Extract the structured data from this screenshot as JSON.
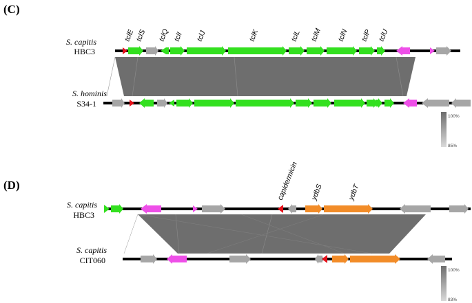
{
  "colors": {
    "green": "#33e01f",
    "grey": "#a6a6a6",
    "red": "#e6111a",
    "magenta": "#ee4fe8",
    "orange": "#f28c28",
    "backbone": "#000000",
    "identity": "#6e6e6e"
  },
  "panelC": {
    "label": "(C)",
    "top": {
      "organism": "S. capitis",
      "strain": "HBC3"
    },
    "bottom": {
      "organism": "S. hominis",
      "strain": "S34-1"
    },
    "gene_labels": [
      "tclE",
      "tclS",
      "tclQ",
      "tclI",
      "tclJ",
      "tclK",
      "tclL",
      "tclM",
      "tclN",
      "tclP",
      "tclU"
    ],
    "scale": {
      "max": "100%",
      "min": "85%"
    }
  },
  "panelD": {
    "label": "(D)",
    "top": {
      "organism": "S. capitis",
      "strain": "HBC3"
    },
    "bottom": {
      "organism": "S. capitis",
      "strain": "CIT060"
    },
    "gene_labels": [
      "capidermicin",
      "ydbS",
      "ydbT"
    ],
    "scale": {
      "max": "100%",
      "min": "83%"
    }
  }
}
